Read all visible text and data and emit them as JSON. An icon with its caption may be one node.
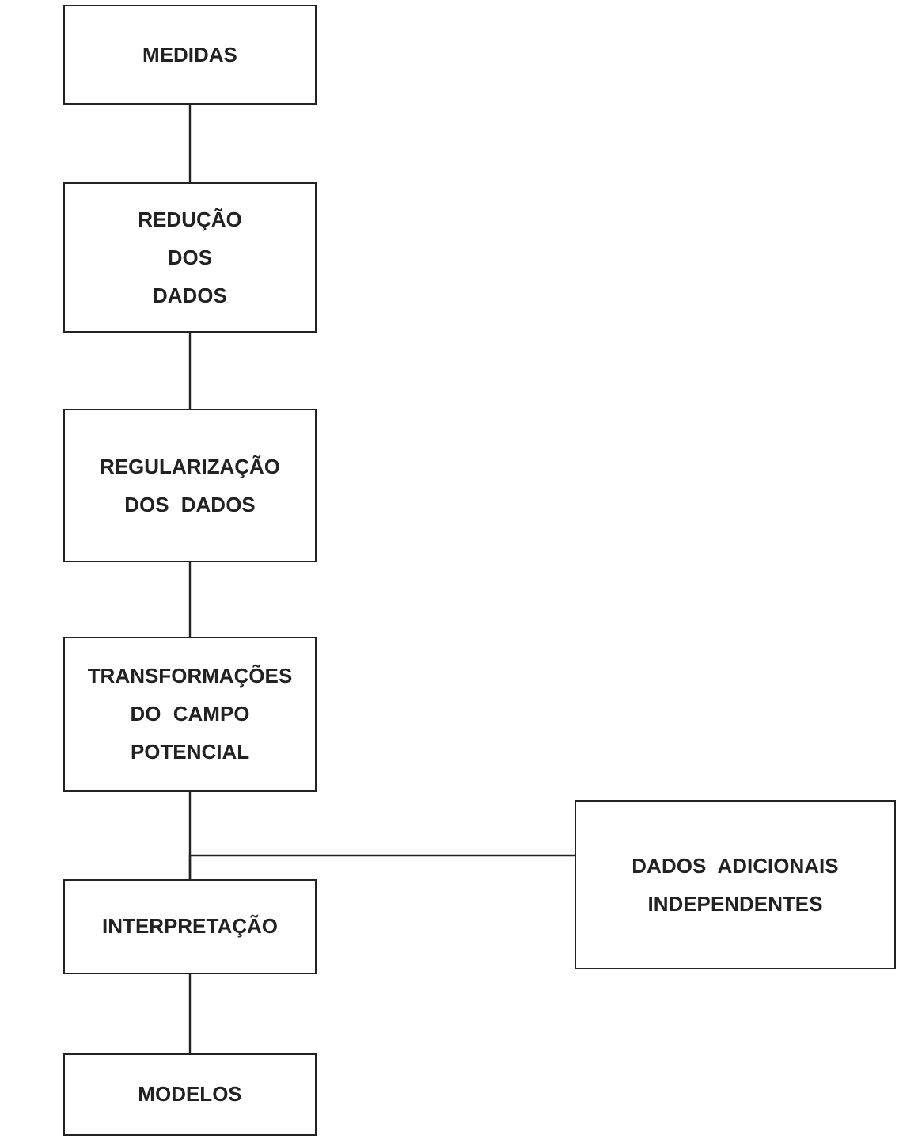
{
  "diagram": {
    "nodes": [
      {
        "text": [
          "MEDIDAS"
        ]
      },
      {
        "text": [
          "REDUÇÃO DOS DADOS"
        ]
      },
      {
        "text": [
          "REGULARIZAÇÃO DOS DADOS"
        ]
      },
      {
        "text": [
          "TRANSFORMAÇÕES DO CAMPO POTENCIAL"
        ]
      },
      {
        "text": [
          "INTERPRETAÇÃO"
        ]
      },
      {
        "text": [
          "MODELOS"
        ]
      },
      {
        "text": [
          "DADOS ADICIONAIS INDEPENDENTES"
        ]
      }
    ],
    "edges": [
      {
        "from": 0,
        "to": 1,
        "arrow": "none"
      },
      {
        "from": 1,
        "to": 2,
        "arrow": "none"
      },
      {
        "from": 2,
        "to": 3,
        "arrow": "none"
      },
      {
        "from": 3,
        "to": 4,
        "arrow": "none"
      },
      {
        "from": 4,
        "to": 5,
        "arrow": "none"
      },
      {
        "from": 6,
        "to": 4,
        "arrow": "none"
      }
    ]
  }
}
